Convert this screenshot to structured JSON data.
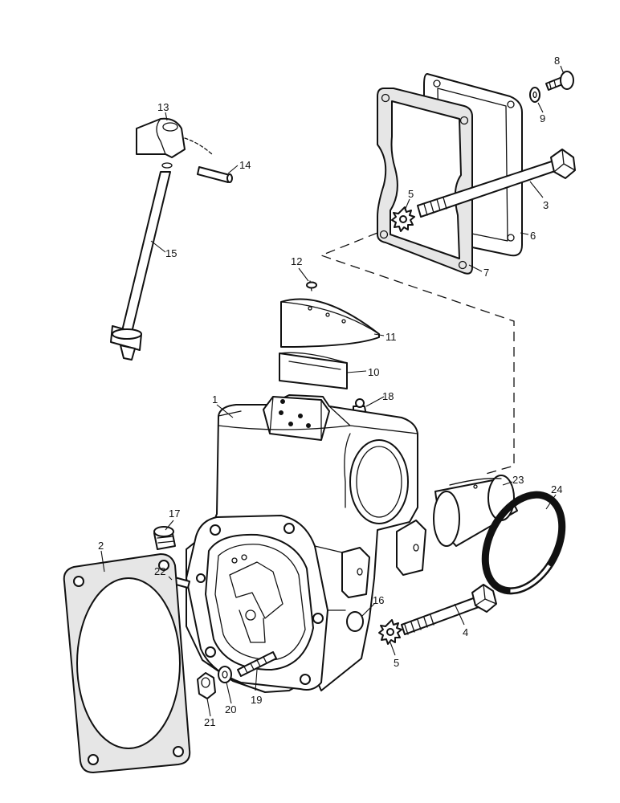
{
  "diagram": {
    "callouts": [
      {
        "id": "c1",
        "text": "1"
      },
      {
        "id": "c2",
        "text": "2"
      },
      {
        "id": "c3",
        "text": "3"
      },
      {
        "id": "c4",
        "text": "4"
      },
      {
        "id": "c5a",
        "text": "5"
      },
      {
        "id": "c5b",
        "text": "5"
      },
      {
        "id": "c6",
        "text": "6"
      },
      {
        "id": "c7",
        "text": "7"
      },
      {
        "id": "c8",
        "text": "8"
      },
      {
        "id": "c9",
        "text": "9"
      },
      {
        "id": "c10",
        "text": "10"
      },
      {
        "id": "c11",
        "text": "11"
      },
      {
        "id": "c12",
        "text": "12"
      },
      {
        "id": "c13",
        "text": "13"
      },
      {
        "id": "c14",
        "text": "14"
      },
      {
        "id": "c15",
        "text": "15"
      },
      {
        "id": "c16",
        "text": "16"
      },
      {
        "id": "c17",
        "text": "17"
      },
      {
        "id": "c18",
        "text": "18"
      },
      {
        "id": "c19",
        "text": "19"
      },
      {
        "id": "c20",
        "text": "20"
      },
      {
        "id": "c21",
        "text": "21"
      },
      {
        "id": "c22",
        "text": "22"
      },
      {
        "id": "c23",
        "text": "23"
      },
      {
        "id": "c24",
        "text": "24"
      }
    ]
  }
}
